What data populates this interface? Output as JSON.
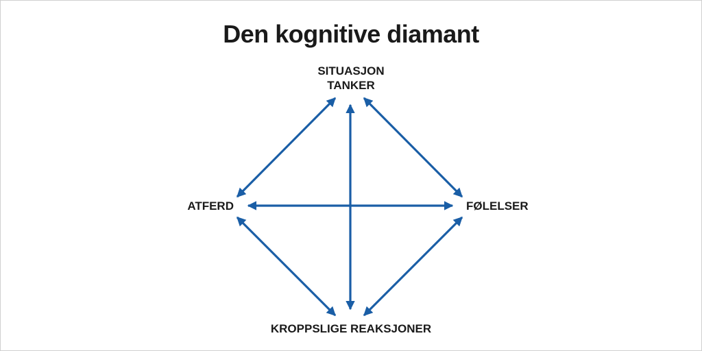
{
  "title": "Den kognitive diamant",
  "nodes": {
    "top_line1": "SITUASJON",
    "top_line2": "TANKER",
    "left": "ATFERD",
    "right": "FØLELSER",
    "bottom": "KROPPSLIGE REAKSJONER"
  },
  "colors": {
    "arrow": "#1a5ea6",
    "text": "#1a1a1a"
  }
}
